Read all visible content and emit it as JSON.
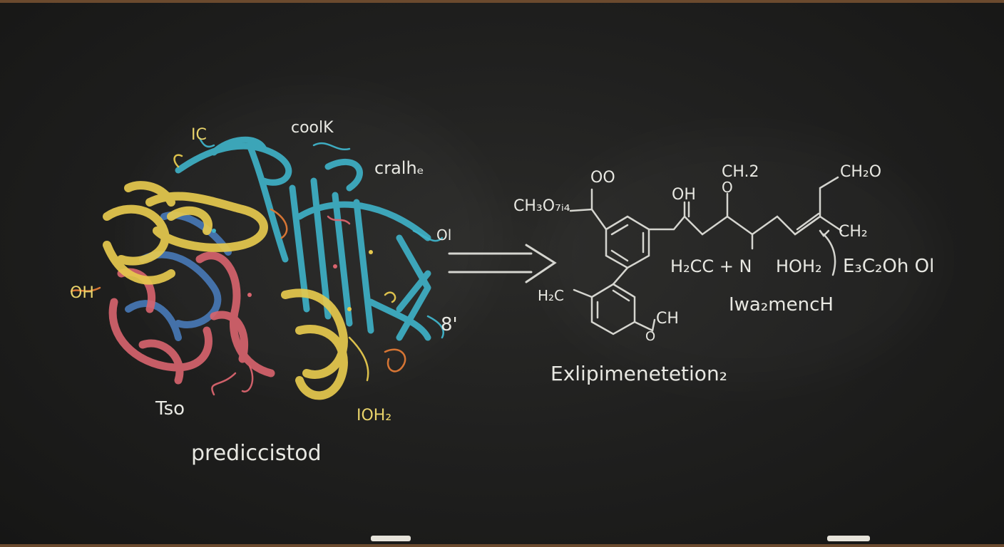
{
  "protein_labels": {
    "ic": "IC",
    "coolk": "coolK",
    "cralhe": "cralhₑ",
    "oh": "OH",
    "ol": "Ol",
    "b1": "8'",
    "tso": "Tso",
    "ioh2": "IOH₂"
  },
  "caption_left": "prediccistod",
  "caption_right": "Exlipimenetetion₂",
  "chem_labels": {
    "ch3o": "CH₃O₇ᵢ₄",
    "oo": "OO",
    "oh": "OH",
    "ch2_top": "CH.2",
    "o_top": "O",
    "ch2o": "CH₂O",
    "ch2_right": "CH₂",
    "h2cc": "H₂CC + N",
    "hoh2": "HOH₂",
    "e3c2oh": "E₃C₂Oh Ol",
    "iwaz": "Iwa₂mencH",
    "h2c": "H₂C",
    "cho_bottom": "CH",
    "o_bottom": "O"
  },
  "colors": {
    "yellow": "#e6c94e",
    "cyan": "#3fb3c9",
    "red": "#d9646e",
    "blue": "#4a7fc1",
    "orange": "#e07a35",
    "chalk": "#e8e8e2"
  }
}
